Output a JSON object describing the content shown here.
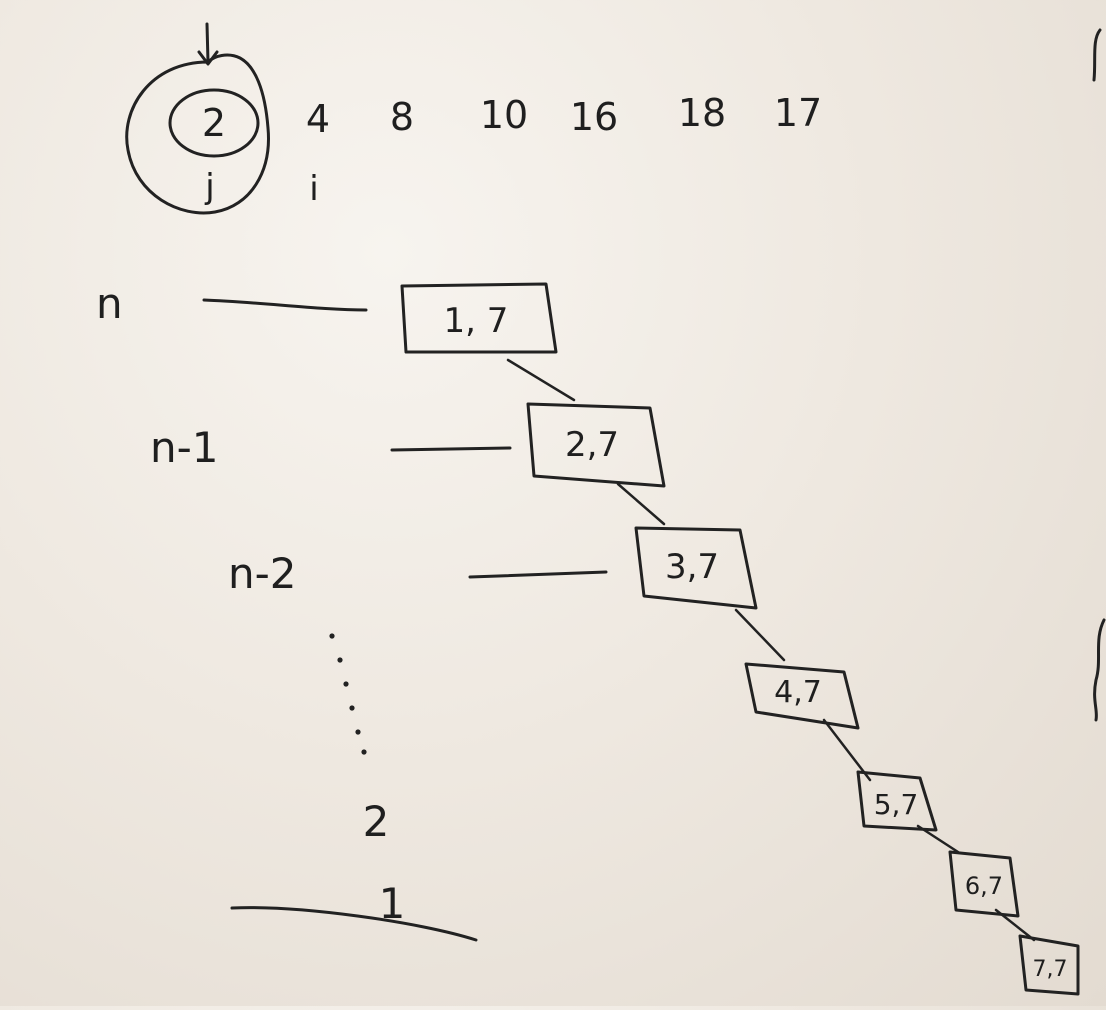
{
  "array": {
    "values": [
      "2",
      "4",
      "8",
      "10",
      "16",
      "18",
      "17"
    ],
    "pointer_j": "j",
    "pointer_i": "i"
  },
  "levels": [
    "n",
    "n-1",
    "n-2",
    "2",
    "1"
  ],
  "nodes": [
    "1, 7",
    "2,7",
    "3,7",
    "4,7",
    "5,7",
    "6,7",
    "7,7"
  ]
}
